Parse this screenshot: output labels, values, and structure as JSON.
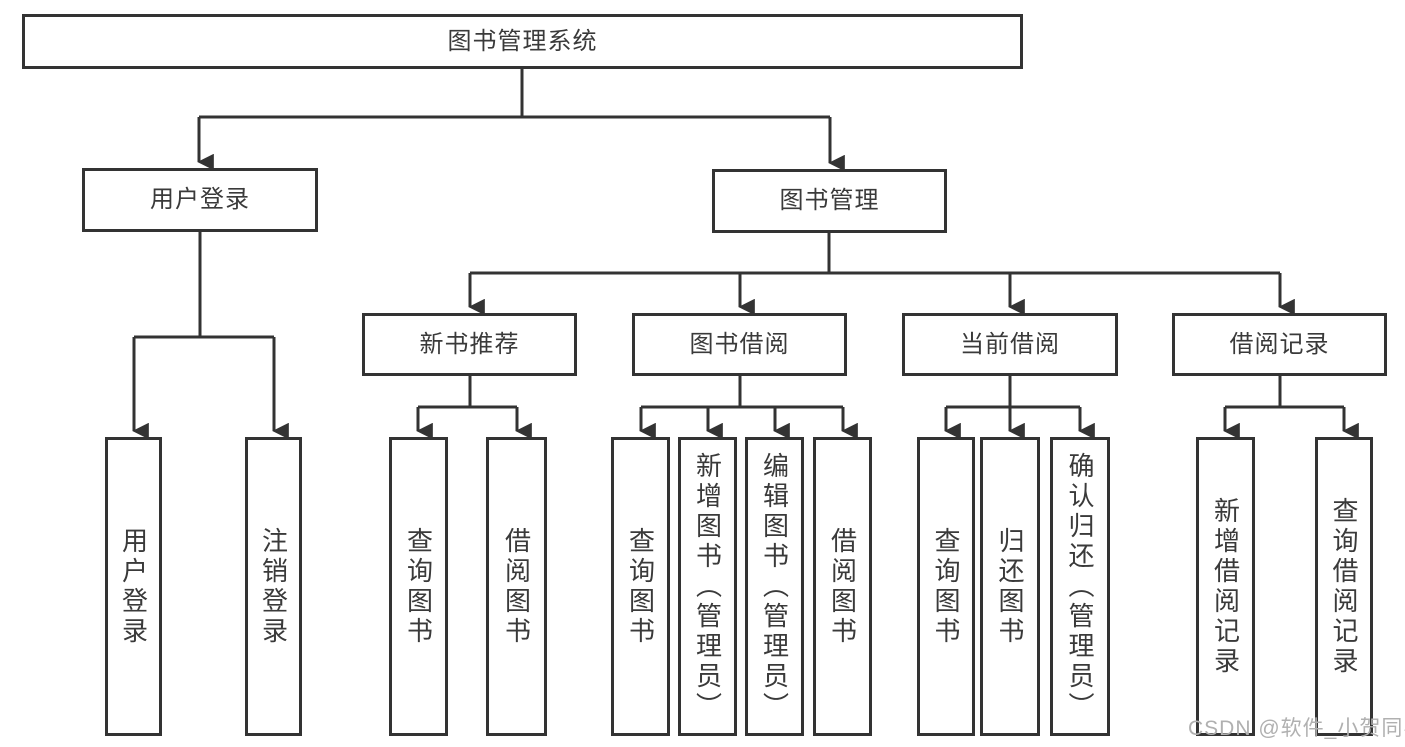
{
  "diagram": {
    "root": {
      "label": "图书管理系统",
      "children": [
        {
          "label": "用户登录",
          "children": [
            {
              "label": "用户登录"
            },
            {
              "label": "注销登录"
            }
          ]
        },
        {
          "label": "图书管理",
          "children": [
            {
              "label": "新书推荐",
              "children": [
                {
                  "label": "查询图书"
                },
                {
                  "label": "借阅图书"
                }
              ]
            },
            {
              "label": "图书借阅",
              "children": [
                {
                  "label": "查询图书"
                },
                {
                  "label": "新增图书（管理员）"
                },
                {
                  "label": "编辑图书（管理员）"
                },
                {
                  "label": "借阅图书"
                }
              ]
            },
            {
              "label": "当前借阅",
              "children": [
                {
                  "label": "查询图书"
                },
                {
                  "label": "归还图书"
                },
                {
                  "label": "确认归还（管理员）"
                }
              ]
            },
            {
              "label": "借阅记录",
              "children": [
                {
                  "label": "新增借阅记录"
                },
                {
                  "label": "查询借阅记录"
                }
              ]
            }
          ]
        }
      ]
    }
  },
  "watermark": {
    "text": "CSDN @软件_小贺同学",
    "color": "#b0b0b0"
  },
  "colors": {
    "line": "#333333",
    "box_border": "#333333",
    "text": "#3a3a3a",
    "background": "#ffffff"
  }
}
